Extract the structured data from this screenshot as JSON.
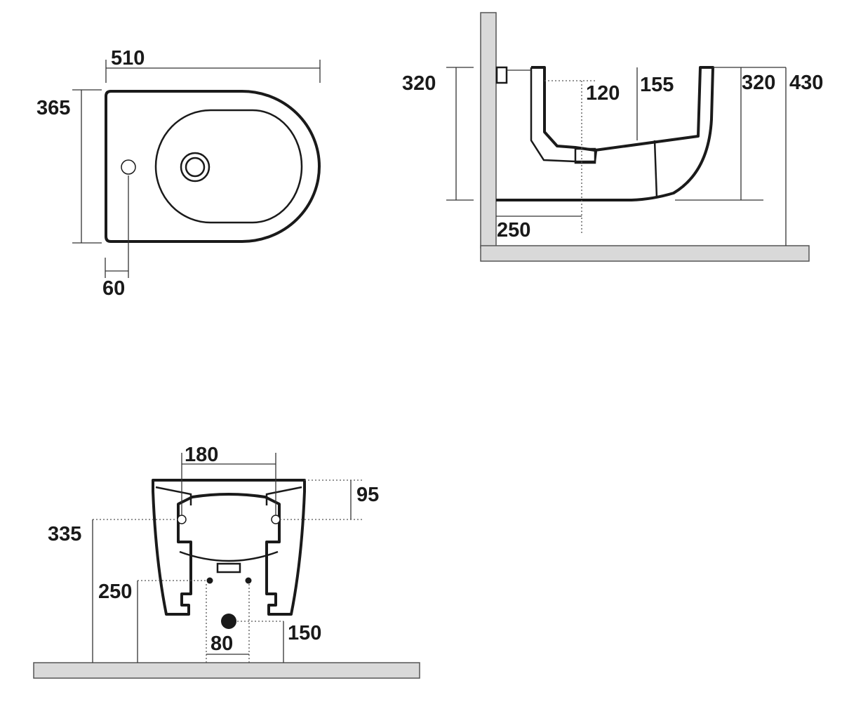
{
  "top_view": {
    "width_label": "510",
    "depth_label": "365",
    "hole_offset_label": "60"
  },
  "side_view": {
    "height_label_left": "320",
    "tap_depth_label": "120",
    "drain_height_label": "155",
    "height_label_right": "320",
    "total_height_label": "430",
    "drain_distance_label": "250"
  },
  "back_view": {
    "fixing_spacing_label": "180",
    "top_offset_label": "95",
    "fixing_height_label": "335",
    "supply_height_label": "250",
    "drain_height_label": "150",
    "supply_spacing_label": "80"
  }
}
